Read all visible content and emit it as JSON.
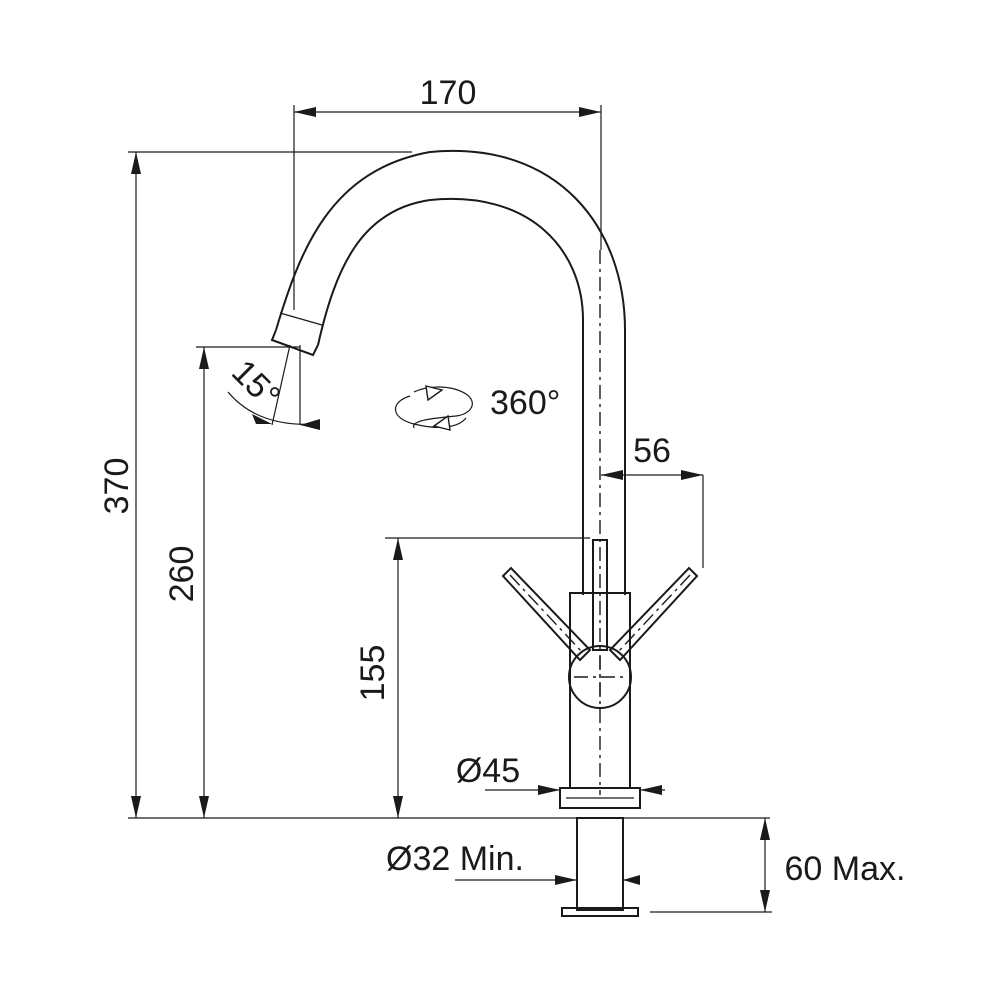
{
  "dimensions": {
    "spout_reach": "170",
    "total_height": "370",
    "outlet_height": "260",
    "lever_height": "155",
    "lever_offset": "56",
    "swivel": "360°",
    "outlet_tilt": "15°",
    "base_diameter": "Ø45",
    "hole_diameter": "Ø32 Min.",
    "max_deck_thickness": "60 Max."
  },
  "colors": {
    "line": "#1a1a1a",
    "background": "#ffffff"
  }
}
